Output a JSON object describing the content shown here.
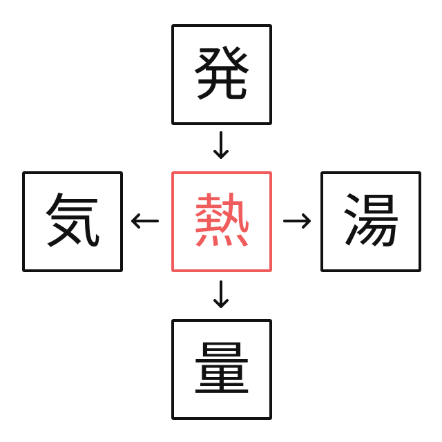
{
  "puzzle": {
    "center": "熱",
    "top": "発",
    "left": "気",
    "right": "湯",
    "bottom": "量"
  },
  "colors": {
    "accent": "#f05b5b",
    "border": "#111111"
  }
}
